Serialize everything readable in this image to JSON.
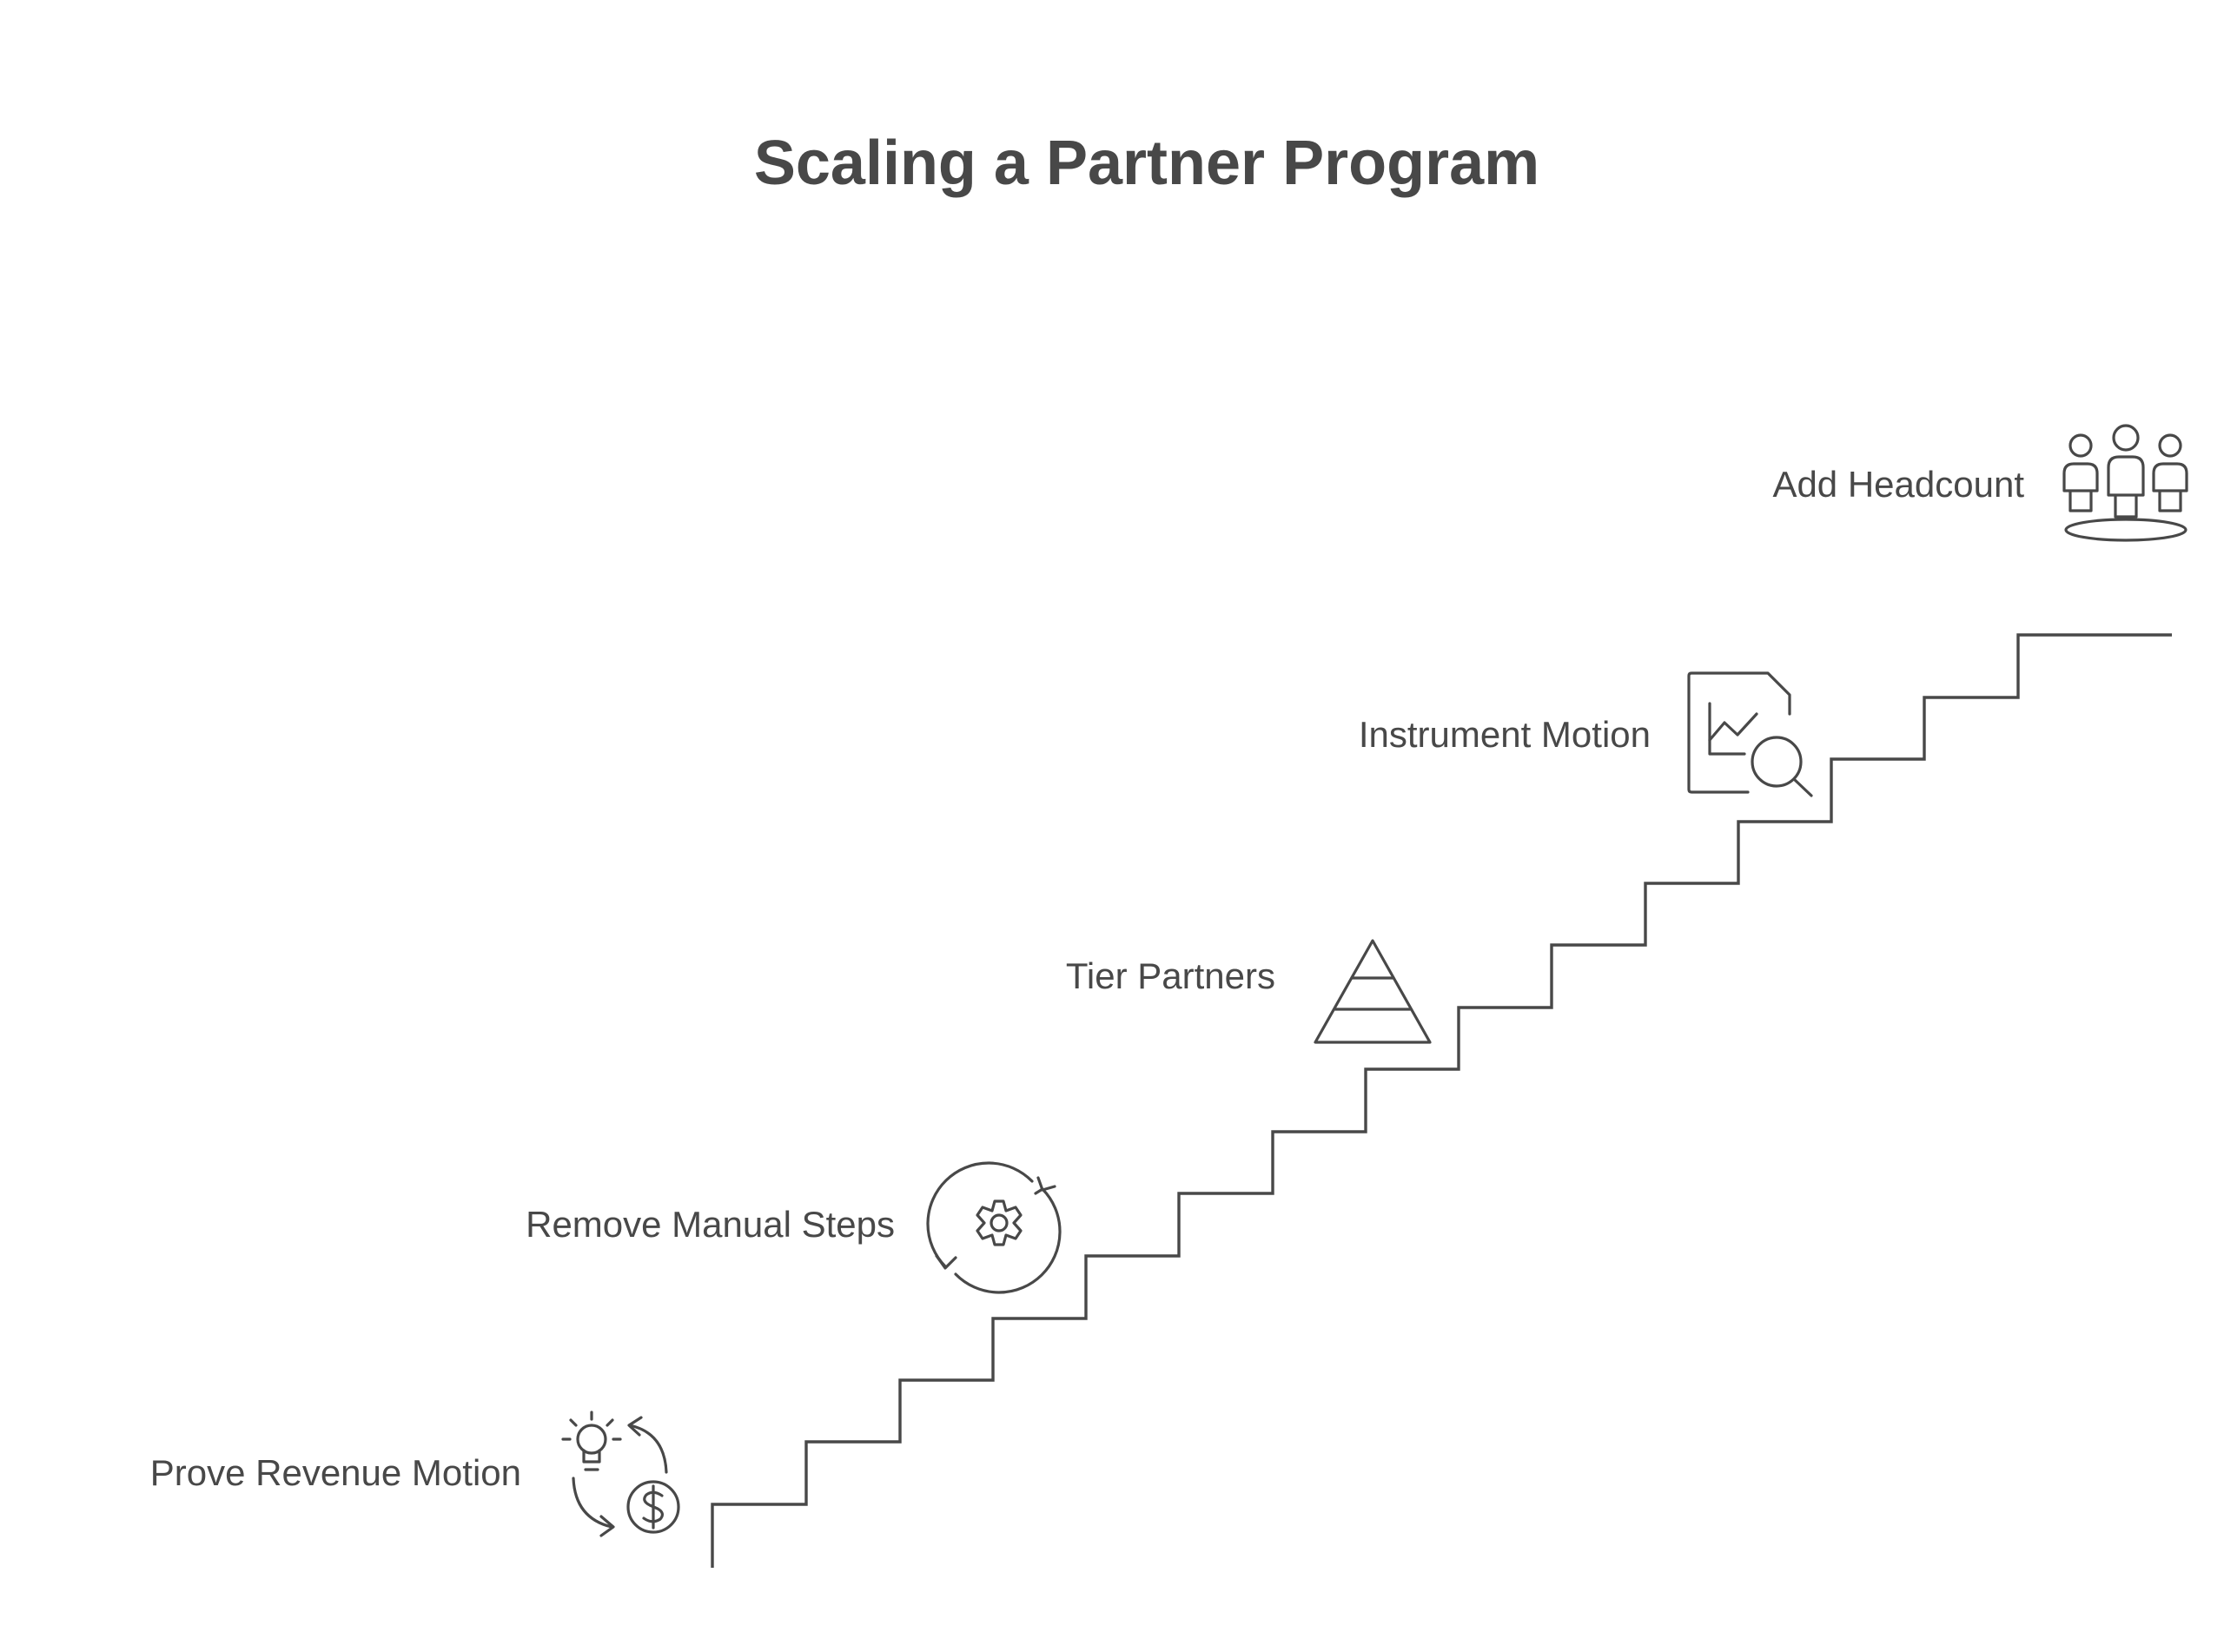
{
  "title": "Scaling a Partner Program",
  "steps": [
    {
      "label": "Prove Revenue Motion",
      "icon": "idea-to-money-cycle-icon"
    },
    {
      "label": "Remove Manual Steps",
      "icon": "gear-cycle-icon"
    },
    {
      "label": "Tier Partners",
      "icon": "pyramid-icon"
    },
    {
      "label": "Instrument Motion",
      "icon": "chart-analysis-icon"
    },
    {
      "label": "Add Headcount",
      "icon": "team-icon"
    }
  ],
  "colors": {
    "text": "#484848",
    "line": "#484848",
    "background": "#ffffff"
  }
}
